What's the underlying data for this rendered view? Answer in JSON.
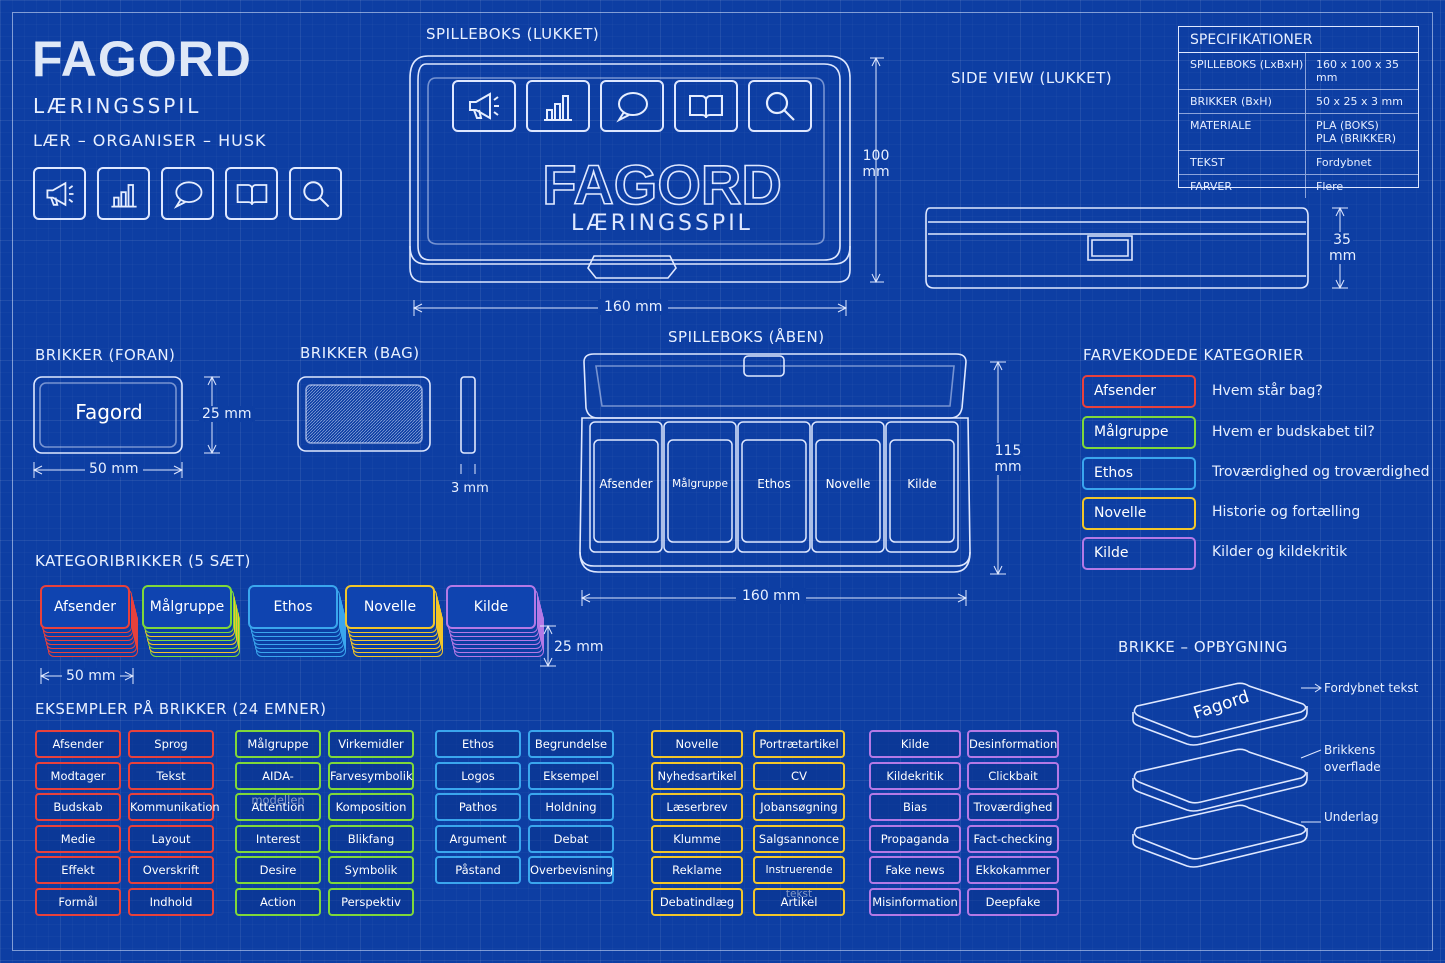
{
  "brand": {
    "title": "FAGORD",
    "subtitle": "LÆRINGSSPIL",
    "tagline": "LÆR – ORGANISER – HUSK",
    "icons": [
      "megaphone-icon",
      "bar-chart-icon",
      "speech-bubble-icon",
      "open-book-icon",
      "magnifier-icon"
    ]
  },
  "closed_box": {
    "heading": "SPILLEBOKS (LUKKET)",
    "lid_title": "FAGORD",
    "lid_subtitle": "LÆRINGSSPIL",
    "height_value": "100",
    "height_unit": "mm",
    "width_label": "160 mm"
  },
  "side_view": {
    "heading": "SIDE VIEW (LUKKET)",
    "height_value": "35",
    "height_unit": "mm"
  },
  "specs": {
    "heading": "SPECIFIKATIONER",
    "rows": [
      {
        "key": "SPILLEBOKS (LxBxH)",
        "value": "160 x 100 x 35 mm"
      },
      {
        "key": "BRIKKER (BxH)",
        "value": "50 x 25 x 3 mm"
      },
      {
        "key": "MATERIALE",
        "value": "PLA (BOKS)",
        "value2": "PLA (BRIKKER)"
      },
      {
        "key": "TEKST",
        "value": "Fordybnet"
      },
      {
        "key": "FARVER",
        "value": "Flere"
      }
    ]
  },
  "tile_front": {
    "heading": "BRIKKER (FORAN)",
    "text": "Fagord",
    "height_label": "25 mm",
    "width_label": "50 mm"
  },
  "tile_back": {
    "heading": "BRIKKER (BAG)",
    "thickness_label": "3 mm"
  },
  "open_box": {
    "heading": "SPILLEBOKS (ÅBEN)",
    "slots": [
      "Afsender",
      "Målgruppe",
      "Ethos",
      "Novelle",
      "Kilde"
    ],
    "height_value": "115",
    "height_unit": "mm",
    "width_label": "160 mm"
  },
  "categories": {
    "heading": "FARVEKODEDE KATEGORIER",
    "items": [
      {
        "name": "Afsender",
        "desc": "Hvem står bag?",
        "color": "#e8413c"
      },
      {
        "name": "Målgruppe",
        "desc": "Hvem er budskabet til?",
        "color": "#7fd83a"
      },
      {
        "name": "Ethos",
        "desc": "Troværdighed og troværdighed",
        "color": "#3aa6ee"
      },
      {
        "name": "Novelle",
        "desc": "Historie og fortælling",
        "color": "#f2c62a"
      },
      {
        "name": "Kilde",
        "desc": "Kilder og kildekritik",
        "color": "#b479e6"
      }
    ]
  },
  "category_tiles": {
    "heading": "KATEGORIBRIKKER (5 SÆT)",
    "width_label": "50 mm",
    "height_label": "25 mm",
    "stacks": [
      "Afsender",
      "Målgruppe",
      "Ethos",
      "Novelle",
      "Kilde"
    ]
  },
  "tile_build": {
    "heading": "BRIKKE – OPBYGNING",
    "tile_text": "Fagord",
    "callouts": [
      "Fordybnet tekst",
      "Brikkens",
      "overflade",
      "Underlag"
    ]
  },
  "examples": {
    "heading": "EKSEMPLER PÅ BRIKKER (24 EMNER)",
    "groups": [
      {
        "color": "#e8413c",
        "col1": [
          "Afsender",
          "Modtager",
          "Budskab",
          "Medie",
          "Effekt",
          "Formål"
        ],
        "col2": [
          "Sprog",
          "Tekst",
          "Kommunikation",
          "Layout",
          "Overskrift",
          "Indhold"
        ]
      },
      {
        "color": "#7fd83a",
        "col1": [
          "Målgruppe",
          "AIDA-modellen",
          "Attention",
          "Interest",
          "Desire",
          "Action"
        ],
        "col2": [
          "Virkemidler",
          "Farvesymbolik",
          "Komposition",
          "Blikfang",
          "Symbolik",
          "Perspektiv"
        ]
      },
      {
        "color": "#3aa6ee",
        "col1": [
          "Ethos",
          "Logos",
          "Pathos",
          "Argument",
          "Påstand"
        ],
        "col2": [
          "Begrundelse",
          "Eksempel",
          "Holdning",
          "Debat",
          "Overbevisning"
        ]
      },
      {
        "color": "#f2c62a",
        "col1": [
          "Novelle",
          "Nyhedsartikel",
          "Læserbrev",
          "Klumme",
          "Reklame",
          "Debatindlæg"
        ],
        "col2": [
          "Portrætartikel",
          "CV",
          "Jobansøgning",
          "Salgsannonce",
          "Instruerende tekst",
          "Artikel"
        ]
      },
      {
        "color": "#b479e6",
        "col1": [
          "Kilde",
          "Kildekritik",
          "Bias",
          "Propaganda",
          "Fake news",
          "Misinformation"
        ],
        "col2": [
          "Desinformation",
          "Clickbait",
          "Troværdighed",
          "Fact-checking",
          "Ekkokammer",
          "Deepfake"
        ]
      }
    ]
  }
}
